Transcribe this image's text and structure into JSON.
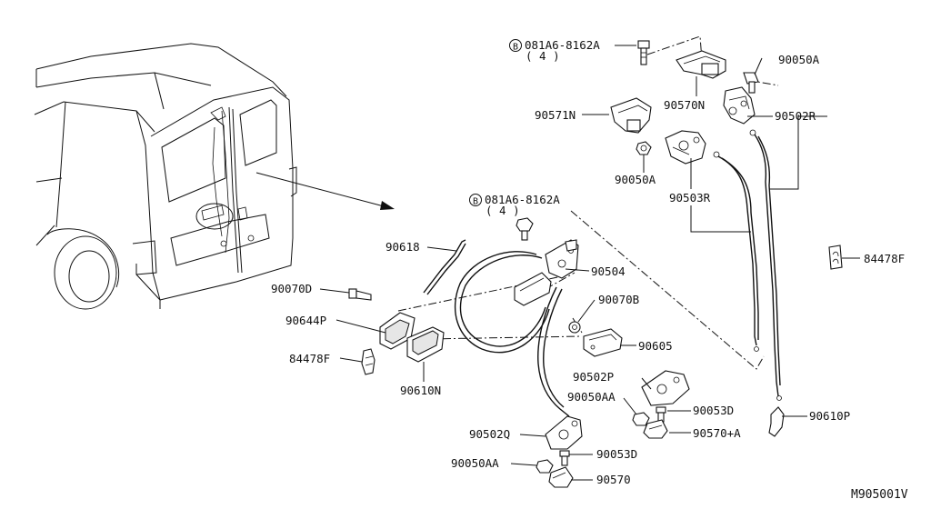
{
  "diagram": {
    "bolt_symbol": "B",
    "diagram_id": "M905001V",
    "labels": {
      "bolt_top": "081A6-8162A",
      "bolt_top_qty": "( 4 )",
      "bolt_mid": "081A6-8162A",
      "bolt_mid_qty": "( 4 )",
      "p90050A_top": "90050A",
      "p90570N": "90570N",
      "p90571N": "90571N",
      "p90502R": "90502R",
      "p90050A_mid": "90050A",
      "p90503R": "90503R",
      "p84478F_right": "84478F",
      "p90618": "90618",
      "p90504": "90504",
      "p90070D": "90070D",
      "p90070B": "90070B",
      "p90644P": "90644P",
      "p90605": "90605",
      "p84478F_left": "84478F",
      "p90610N": "90610N",
      "p90502P": "90502P",
      "p90050AA_mid": "90050AA",
      "p90053D_right": "90053D",
      "p90570A": "90570+A",
      "p90610P": "90610P",
      "p90502Q": "90502Q",
      "p90053D_bottom": "90053D",
      "p90050AA_bottom": "90050AA",
      "p90570": "90570"
    }
  }
}
